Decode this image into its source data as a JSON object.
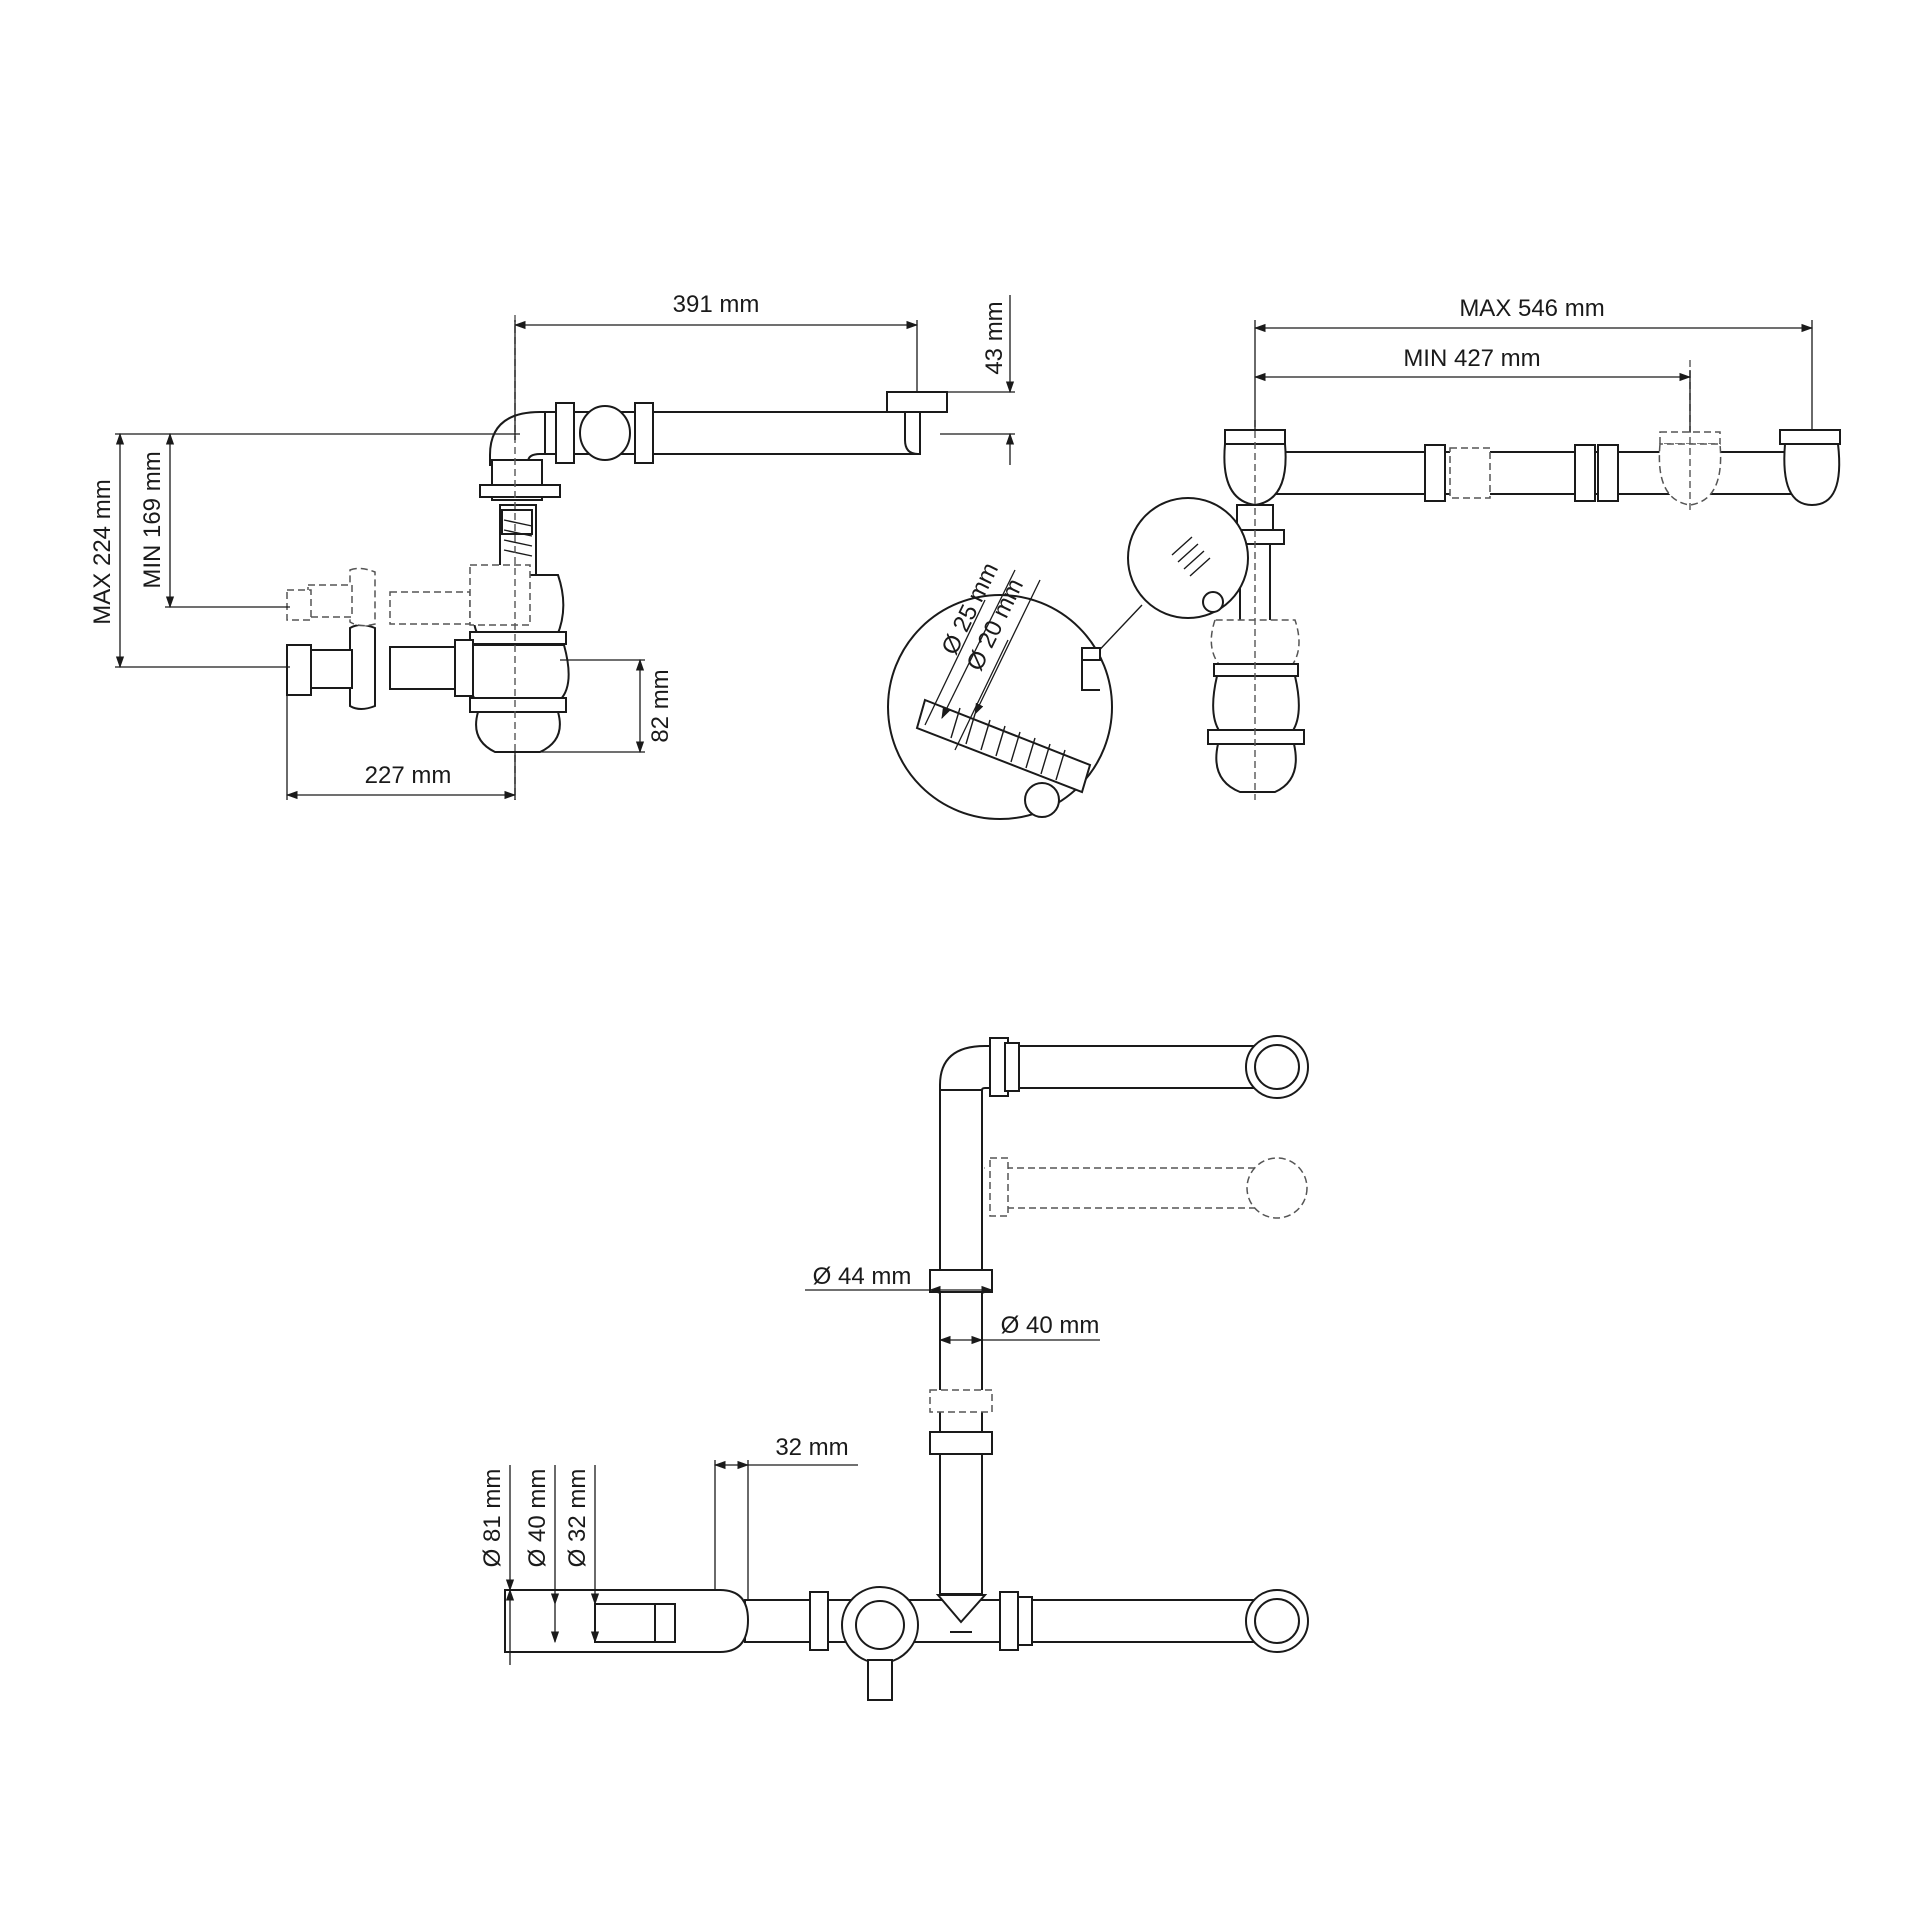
{
  "views": {
    "side": {
      "width_label": "391 mm",
      "rise_label": "43 mm",
      "max_height_label": "MAX 224 mm",
      "min_height_label": "MIN 169 mm",
      "trap_height_label": "82 mm",
      "outlet_length_label": "227 mm"
    },
    "front": {
      "max_span_label": "MAX 546 mm",
      "min_span_label": "MIN 427 mm"
    },
    "detail": {
      "outer_diameter_label": "Ø 25 mm",
      "inner_diameter_label": "Ø 20 mm"
    },
    "top": {
      "connector_diameter_label": "Ø 44 mm",
      "pipe_diameter_label": "Ø 40 mm",
      "offset_label": "32 mm",
      "outlet_d81_label": "Ø 81 mm",
      "outlet_d40_label": "Ø 40 mm",
      "outlet_d32_label": "Ø 32 mm"
    }
  }
}
